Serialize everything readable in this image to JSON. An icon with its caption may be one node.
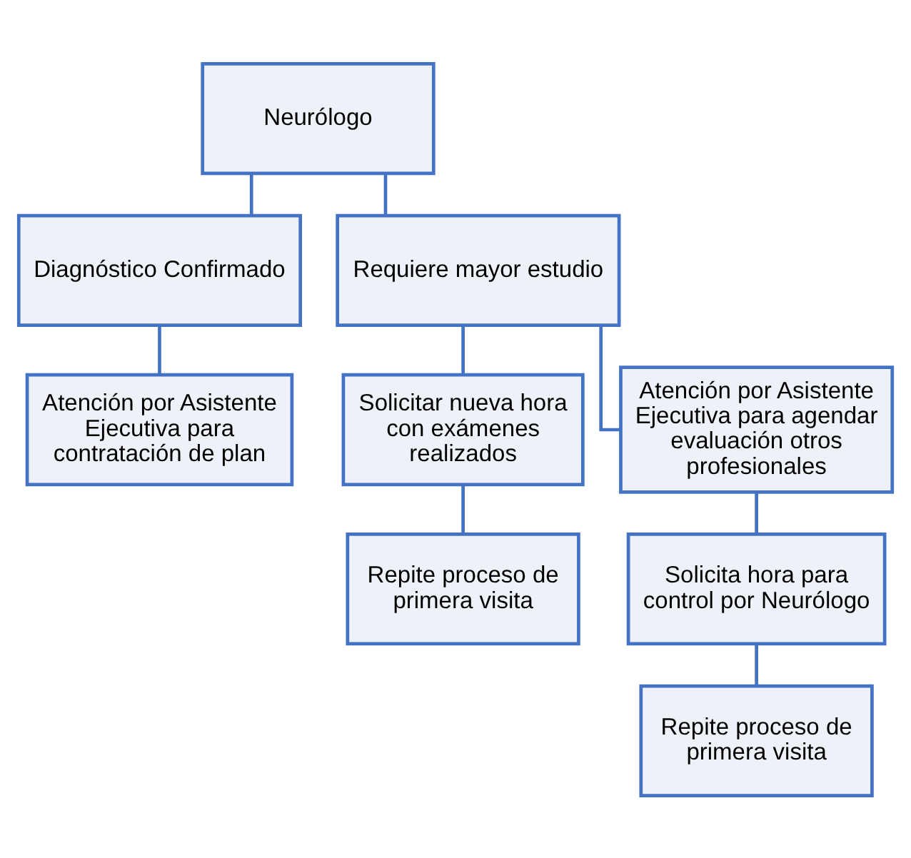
{
  "diagram": {
    "nodes": [
      {
        "text": [
          "Neurólogo"
        ]
      },
      {
        "text": [
          "Diagnóstico Confirmado"
        ]
      },
      {
        "text": [
          "Requiere mayor estudio"
        ]
      },
      {
        "text": [
          "Atención por Asistente Ejecutiva para contratación de plan"
        ]
      },
      {
        "text": [
          "Solicitar nueva hora con exámenes realizados"
        ]
      },
      {
        "text": [
          "Atención por Asistente Ejecutiva para agendar evaluación otros profesionales"
        ]
      },
      {
        "text": [
          "Repite proceso de primera visita"
        ]
      },
      {
        "text": [
          "Solicita hora para control por Neurólogo"
        ]
      },
      {
        "text": [
          "Repite proceso de primera visita"
        ]
      }
    ],
    "edges": [
      {
        "from": 0,
        "to": 1,
        "arrow": "none"
      },
      {
        "from": 0,
        "to": 2,
        "arrow": "none"
      },
      {
        "from": 1,
        "to": 3,
        "arrow": "none"
      },
      {
        "from": 2,
        "to": 4,
        "arrow": "none"
      },
      {
        "from": 2,
        "to": 5,
        "arrow": "none"
      },
      {
        "from": 4,
        "to": 6,
        "arrow": "none"
      },
      {
        "from": 5,
        "to": 7,
        "arrow": "none"
      },
      {
        "from": 7,
        "to": 8,
        "arrow": "none"
      }
    ]
  }
}
